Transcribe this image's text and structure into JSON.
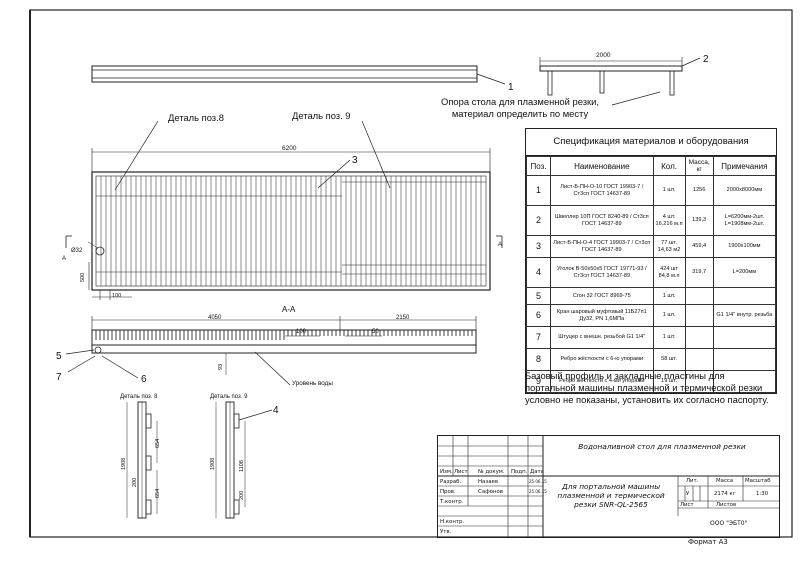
{
  "drawing": {
    "pos1": "1",
    "pos2": "2",
    "pos3": "3",
    "pos4": "4",
    "pos5": "5",
    "pos6": "6",
    "pos7": "7",
    "dim_2000": "2000",
    "dim_6200": "6200",
    "dim_500": "500",
    "dim_100": "100",
    "dim_phi32": "Ø32",
    "label_detail8": "Деталь поз.8",
    "label_detail9": "Деталь поз. 9",
    "section_label": "А-А",
    "section_mark": "А",
    "dim_4050": "4050",
    "dim_2150": "2150",
    "dim_100b": "100",
    "dim_50": "50",
    "dim_93": "93",
    "water_level": "Уровень воды",
    "detail8_title": "Деталь поз. 8",
    "detail9_title": "Деталь поз. 9",
    "d8_1908": "1908",
    "d8_654a": "654",
    "d8_200": "200",
    "d8_654b": "654",
    "d9_1908": "1908",
    "d9_1108": "1108",
    "d9_200": "200"
  },
  "support_text": "Опора стола для плазменной резки, материал определить по месту",
  "spec": {
    "title": "Спецификация материалов и оборудования",
    "headers": [
      "Поз.",
      "Наименование",
      "Кол.",
      "Масса, кг",
      "Примечания"
    ],
    "rows": [
      {
        "pos": "1",
        "name": "Лист-Б-ПН-О-10 ГОСТ 19903-7 / Ст3сп ГОСТ 14637-89",
        "qty": "1 шт.",
        "mass": "1256",
        "note": "2000х8000мм"
      },
      {
        "pos": "2",
        "name": "Швеллер 10П ГОСТ 8240-89 / Ст3сп ГОСТ 14637-89",
        "qty": "4 шт. 16,216 м.п",
        "mass": "139,3",
        "note": "L=6200мм-2шт. L=1908мм-2шт."
      },
      {
        "pos": "3",
        "name": "Лист-Б-ПН-О-4 ГОСТ 19903-7 / Ст3сп ГОСТ 14637-89",
        "qty": "77 шт. 14,63 м2",
        "mass": "459,4",
        "note": "1900х100мм"
      },
      {
        "pos": "4",
        "name": "Уголок В-50х50х5 ГОСТ 19771-93 / Ст3сп ГОСТ 14637-89",
        "qty": "424 шт 84,8 м.п",
        "mass": "319,7",
        "note": "L=200мм"
      },
      {
        "pos": "5",
        "name": "Сгон 32 ГОСТ 8969-75",
        "qty": "1 шт.",
        "mass": "",
        "note": ""
      },
      {
        "pos": "6",
        "name": "Кран шаровый муфтовый 11Б27п1 Ду32, PN 1,6МПа",
        "qty": "1 шт.",
        "mass": "",
        "note": "G1 1/4'' внутр. резьба"
      },
      {
        "pos": "7",
        "name": "Штуцер с внешн. резьбой G1 1/4''",
        "qty": "1 шт.",
        "mass": "",
        "note": ""
      },
      {
        "pos": "8",
        "name": "Ребро жёсткости с 6-ю упорами",
        "qty": "58 шт.",
        "mass": "",
        "note": ""
      },
      {
        "pos": "9",
        "name": "Ребро жёсткости с 4-мя упорами",
        "qty": "19 шт.",
        "mass": "",
        "note": ""
      }
    ]
  },
  "note": "Базовый профиль и закладные пластины для портальной машины плазменной и термической резки условно не показаны, установить их согласно паспорту.",
  "stamp": {
    "title": "Водоналивной стол для плазменной резки",
    "subtitle": "Для портальной машины плазменной и термической резки SNR-QL-2565",
    "col_izm": "Изм.",
    "col_list": "Лист",
    "col_doc": "№ докум.",
    "col_sign": "Подп.",
    "col_date": "Дата",
    "role_razrab": "Разраб.",
    "name_razrab": "Назаев",
    "date_razrab": "25.06.15",
    "role_prov": "Пров.",
    "name_prov": "Сафонов",
    "date_prov": "25.06.15",
    "role_tkontr": "Т.контр.",
    "role_nkontr": "Н.контр.",
    "role_utv": "Утв.",
    "lit_label": "Лит.",
    "lit_value": "У",
    "mass_label": "Масса",
    "mass_value": "2174 кг",
    "scale_label": "Масштаб",
    "scale_value": "1:30",
    "sheet_label": "Лист",
    "sheets_label": "Листов",
    "company": "ООО \"ЭБТ0\""
  },
  "format": "Формат А3"
}
